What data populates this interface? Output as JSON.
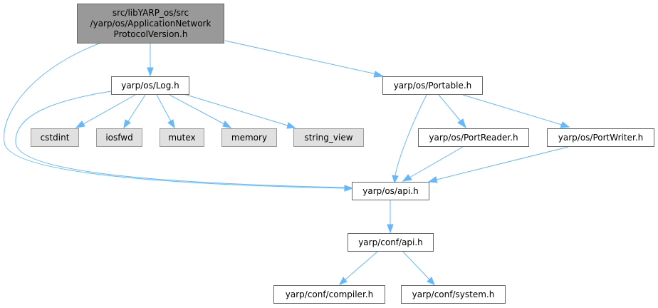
{
  "colors": {
    "edge": "#63b8ff",
    "root_fill": "#999999",
    "external_fill": "#e0e0e0",
    "node_fill": "#ffffff",
    "node_border": "#666666"
  },
  "root": {
    "line1": "src/libYARP_os/src",
    "line2": "/yarp/os/ApplicationNetwork",
    "line3": "ProtocolVersion.h"
  },
  "nodes": {
    "log_h": "yarp/os/Log.h",
    "portable_h": "yarp/os/Portable.h",
    "cstdint": "cstdint",
    "iosfwd": "iosfwd",
    "mutex": "mutex",
    "memory": "memory",
    "string_view": "string_view",
    "portreader_h": "yarp/os/PortReader.h",
    "portwriter_h": "yarp/os/PortWriter.h",
    "os_api_h": "yarp/os/api.h",
    "conf_api_h": "yarp/conf/api.h",
    "compiler_h": "yarp/conf/compiler.h",
    "system_h": "yarp/conf/system.h"
  }
}
